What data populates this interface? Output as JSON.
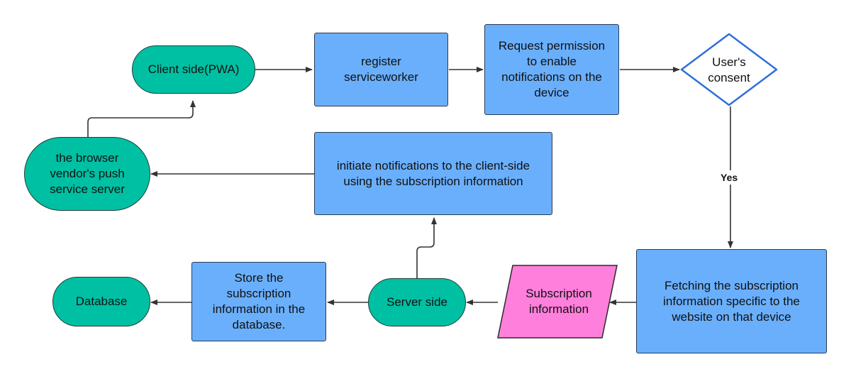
{
  "colors": {
    "terminal": "#00c0a3",
    "process": "#6aaffb",
    "data": "#ff7fdc",
    "decision_border": "#2f6fd9",
    "arrow": "#333333"
  },
  "nodes": {
    "client_side": "Client side(PWA)",
    "register_sw": "register\nserviceworker",
    "request_permission": "Request permission\nto enable\nnotifications on the\ndevice",
    "users_consent": "User's\nconsent",
    "fetching_subscription": "Fetching the subscription\ninformation specific to the\nwebsite on that device",
    "subscription_info": "Subscription\ninformation",
    "server_side": "Server side",
    "store_subscription": "Store the\nsubscription\ninformation in the\ndatabase.",
    "database": "Database",
    "initiate_notifications": "initiate notifications to the client-side\nusing the subscription information",
    "push_service": "the browser\nvendor's push\nservice server"
  },
  "edges": {
    "yes_label": "Yes"
  }
}
